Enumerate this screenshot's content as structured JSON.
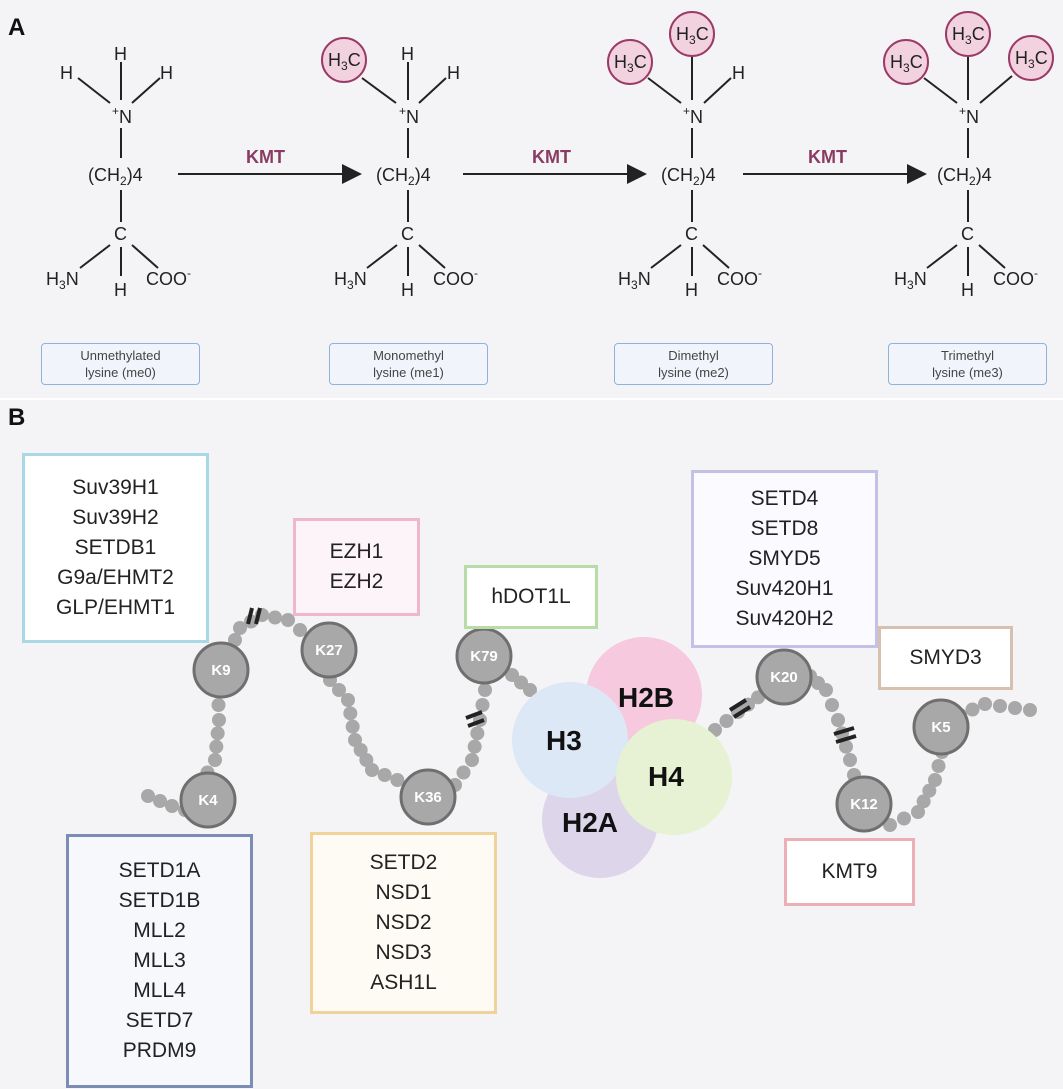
{
  "panel_a": {
    "letter": "A",
    "arrow_label": "KMT",
    "methyl_label": "H3C",
    "molecule_labels": [
      "Unmethylated lysine (me0)",
      "Monomethyl lysine (me1)",
      "Dimethyl lysine (me2)",
      "Trimethyl lysine (me3)"
    ],
    "states": [
      {
        "line1": "Unmethylated",
        "line2": "lysine (me0)"
      },
      {
        "line1": "Monomethyl",
        "line2": "lysine (me1)"
      },
      {
        "line1": "Dimethyl",
        "line2": "lysine (me2)"
      },
      {
        "line1": "Trimethyl",
        "line2": "lysine (me3)"
      }
    ]
  },
  "panel_b": {
    "letter": "B",
    "sites": [
      "K4",
      "K9",
      "K27",
      "K36",
      "K79",
      "K20",
      "K12",
      "K5"
    ],
    "histones": [
      "H2B",
      "H3",
      "H4",
      "H2A"
    ],
    "enzyme_groups": {
      "k9": [
        "Suv39H1",
        "Suv39H2",
        "SETDB1",
        "G9a/EHMT2",
        "GLP/EHMT1"
      ],
      "k27": [
        "EZH1",
        "EZH2"
      ],
      "k79": [
        "hDOT1L"
      ],
      "k20": [
        "SETD4",
        "SETD8",
        "SMYD5",
        "Suv420H1",
        "Suv420H2"
      ],
      "k5": [
        "SMYD3"
      ],
      "k4": [
        "SETD1A",
        "SETD1B",
        "MLL2",
        "MLL3",
        "MLL4",
        "SETD7",
        "PRDM9"
      ],
      "k36": [
        "SETD2",
        "NSD1",
        "NSD2",
        "NSD3",
        "ASH1L"
      ],
      "k12": [
        "KMT9"
      ]
    },
    "colors": {
      "k9": "#a9d8e6",
      "k27": "#f0b6cc",
      "k79": "#b8dca5",
      "k20": "#c3c1e6",
      "k5": "#d6c0b0",
      "k4": "#7b8db5",
      "k36": "#efd39a",
      "k12": "#eab0b6",
      "h2b": "#f6c9de",
      "h3": "#dce8f6",
      "h4": "#e6f2d3",
      "h2a": "#ddd5ea",
      "bead": "#a8a8a8",
      "methyl": "#f2d2df"
    }
  }
}
